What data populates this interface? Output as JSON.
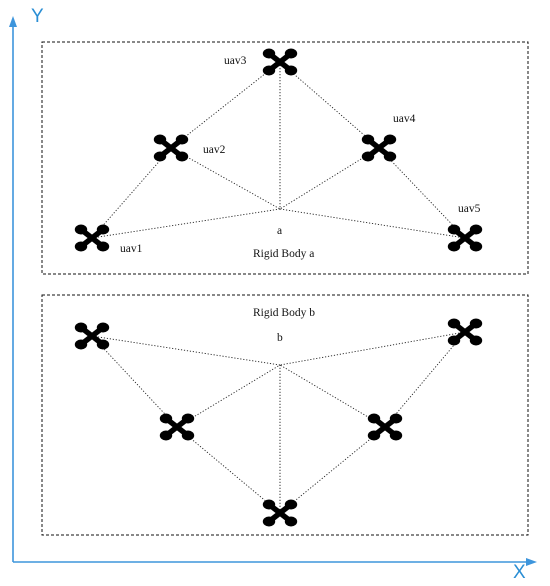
{
  "axes": {
    "x_label": "X",
    "y_label": "Y",
    "color": "#3d95dc"
  },
  "rigid_body_a": {
    "title": "Rigid Body a",
    "centroid_label": "a",
    "uavs": [
      {
        "id": "uav1",
        "label": "uav1"
      },
      {
        "id": "uav2",
        "label": "uav2"
      },
      {
        "id": "uav3",
        "label": "uav3"
      },
      {
        "id": "uav4",
        "label": "uav4"
      },
      {
        "id": "uav5",
        "label": "uav5"
      }
    ]
  },
  "rigid_body_b": {
    "title": "Rigid Body b",
    "centroid_label": "b",
    "uav_count": 5
  },
  "colors": {
    "drone": "#000000",
    "line": "#222222",
    "box_border": "#111111"
  }
}
